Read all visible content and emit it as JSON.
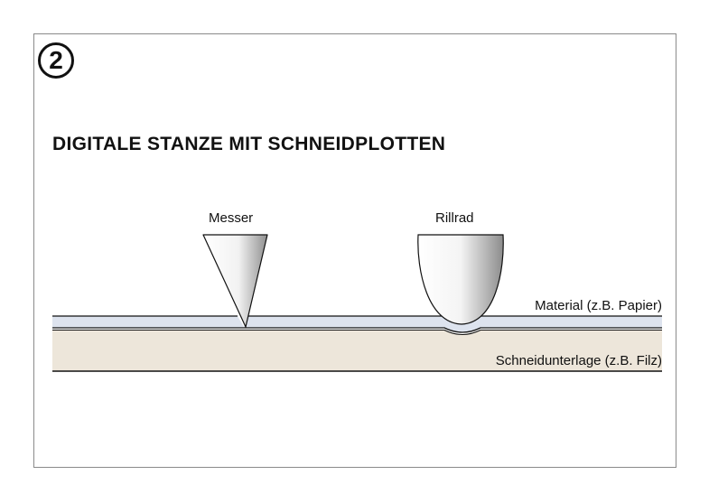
{
  "badge": {
    "number": "2"
  },
  "title": "DIGITALE STANZE MIT SCHNEIDPLOTTEN",
  "labels": {
    "messer": "Messer",
    "rillrad": "Rillrad",
    "material": "Material (z.B. Papier)",
    "unterlage": "Schneidunterlage (z.B. Filz)"
  },
  "colors": {
    "material_fill": "#dde3ee",
    "underlay_fill": "#ede6da",
    "line": "#111111",
    "frame": "#8a8a8a"
  }
}
